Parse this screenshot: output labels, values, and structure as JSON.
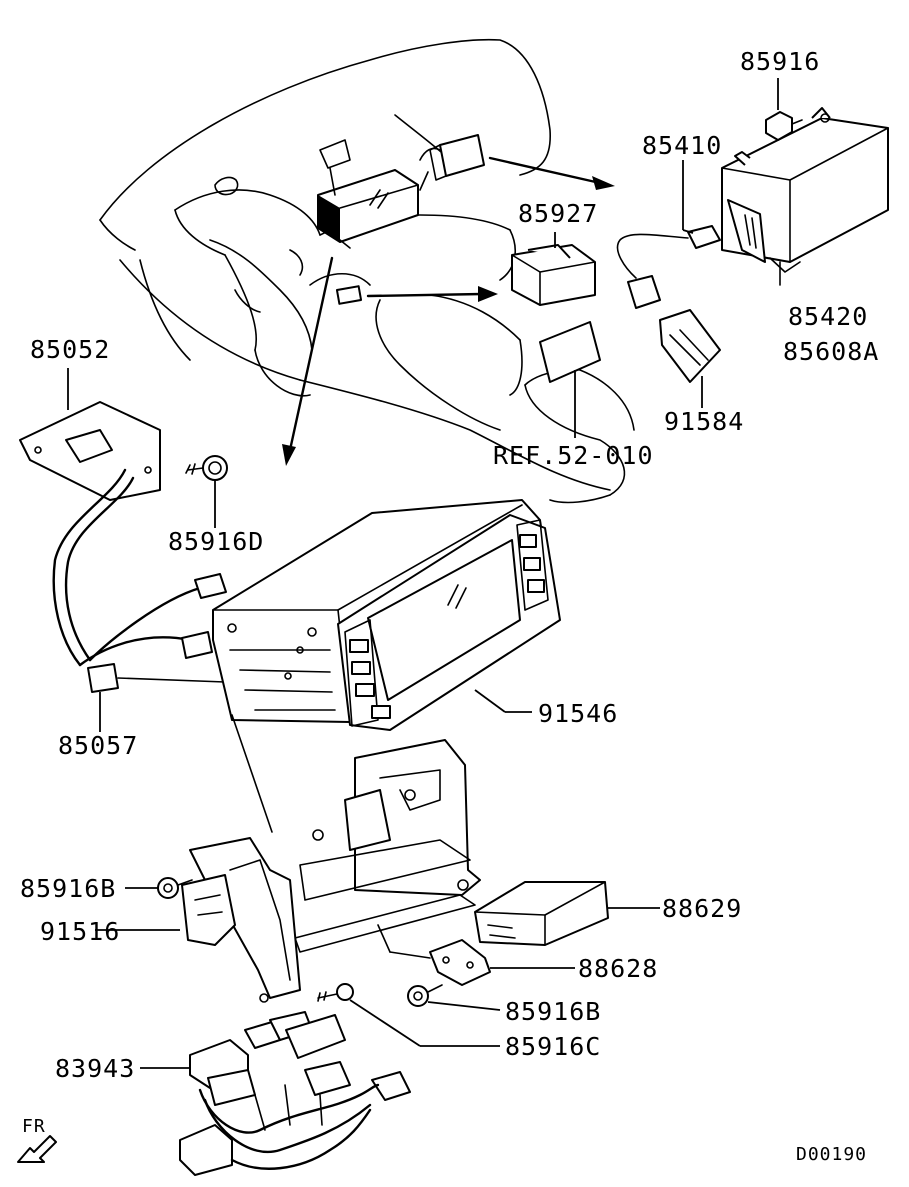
{
  "diagram": {
    "code": "D00190",
    "direction_label": "FR",
    "parts": {
      "p85916": "85916",
      "p85410": "85410",
      "p85927": "85927",
      "p85420": "85420",
      "p85608A": "85608A",
      "p85052": "85052",
      "p91584": "91584",
      "ref": "REF.52-010",
      "p85916D": "85916D",
      "p85057": "85057",
      "p91546": "91546",
      "p85916B_left": "85916B",
      "p91516": "91516",
      "p88629": "88629",
      "p88628": "88628",
      "p85916B_right": "85916B",
      "p85916C": "85916C",
      "p83943": "83943"
    }
  }
}
